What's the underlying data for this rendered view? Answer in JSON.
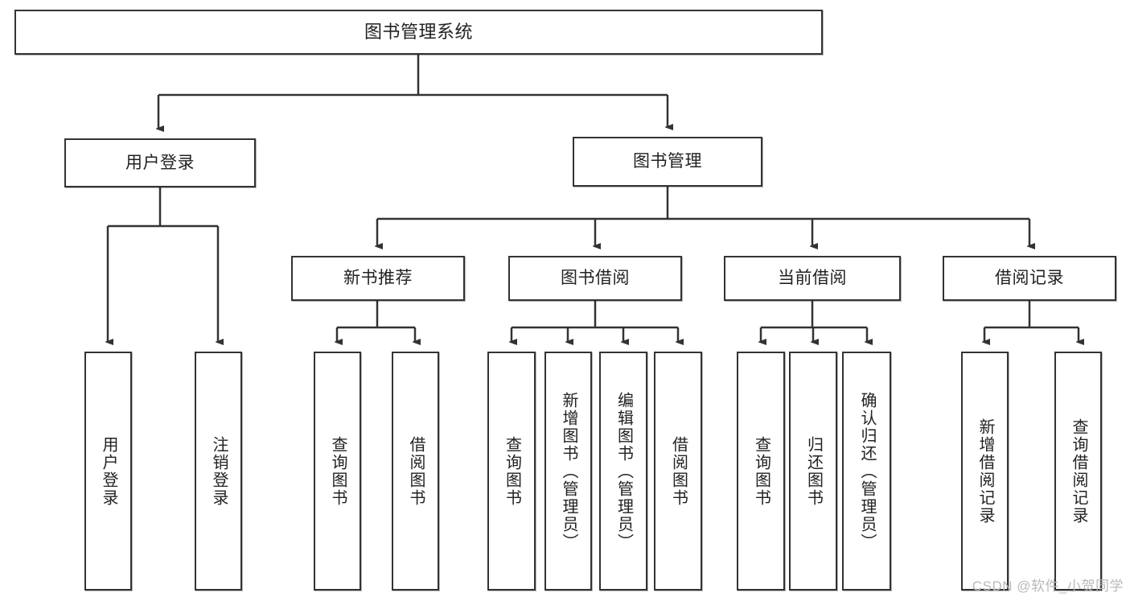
{
  "diagram": {
    "type": "tree",
    "title": "图书管理系统",
    "watermark": "CSDN @软件_小贺同学",
    "colors": {
      "box_border": "#333333",
      "box_fill": "#ffffff",
      "connector": "#333333",
      "text": "#222222",
      "watermark": "#b9b9b9"
    },
    "root": {
      "label": "图书管理系统"
    },
    "level2": [
      {
        "label": "用户登录"
      },
      {
        "label": "图书管理"
      }
    ],
    "level3": [
      {
        "label": "新书推荐"
      },
      {
        "label": "图书借阅"
      },
      {
        "label": "当前借阅"
      },
      {
        "label": "借阅记录"
      }
    ],
    "leaves": {
      "user_login": [
        {
          "label": "用户登录"
        },
        {
          "label": "注销登录"
        }
      ],
      "new_book_recommend": [
        {
          "label": "查询图书"
        },
        {
          "label": "借阅图书"
        }
      ],
      "book_borrow": [
        {
          "label": "查询图书"
        },
        {
          "label": "新增图书（管理员）"
        },
        {
          "label": "编辑图书（管理员）"
        },
        {
          "label": "借阅图书"
        }
      ],
      "current_borrow": [
        {
          "label": "查询图书"
        },
        {
          "label": "归还图书"
        },
        {
          "label": "确认归还（管理员）"
        }
      ],
      "borrow_record": [
        {
          "label": "新增借阅记录"
        },
        {
          "label": "查询借阅记录"
        }
      ]
    }
  }
}
